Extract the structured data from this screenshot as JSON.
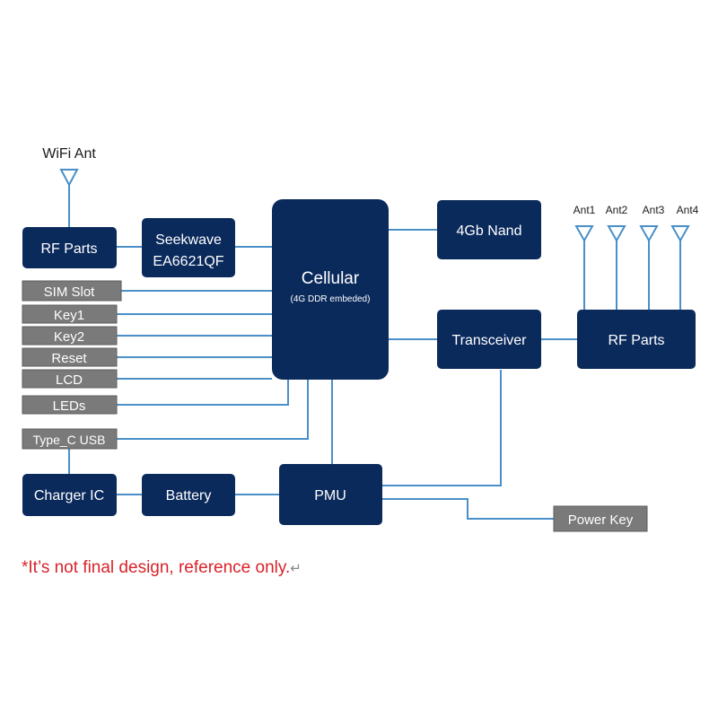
{
  "labels": {
    "wifi_ant": "WiFi Ant",
    "rf_parts_left": "RF Parts",
    "seekwave_line1": "Seekwave",
    "seekwave_line2": "EA6621QF",
    "cellular": "Cellular",
    "cellular_sub": "(4G DDR embeded)",
    "nand": "4Gb Nand",
    "transceiver": "Transceiver",
    "rf_parts_right": "RF Parts",
    "ant1": "Ant1",
    "ant2": "Ant2",
    "ant3": "Ant3",
    "ant4": "Ant4",
    "sim_slot": "SIM Slot",
    "key1": "Key1",
    "key2": "Key2",
    "reset": "Reset",
    "lcd": "LCD",
    "leds": "LEDs",
    "type_c_usb": "Type_C USB",
    "charger_ic": "Charger IC",
    "battery": "Battery",
    "pmu": "PMU",
    "power_key": "Power Key"
  },
  "note": "*It’s not final design, reference only.",
  "note_mark": "↵",
  "colors": {
    "navy": "#0b2a5c",
    "gray": "#7a7a7a",
    "wire": "#4a8fc8",
    "note": "#d8232a"
  }
}
